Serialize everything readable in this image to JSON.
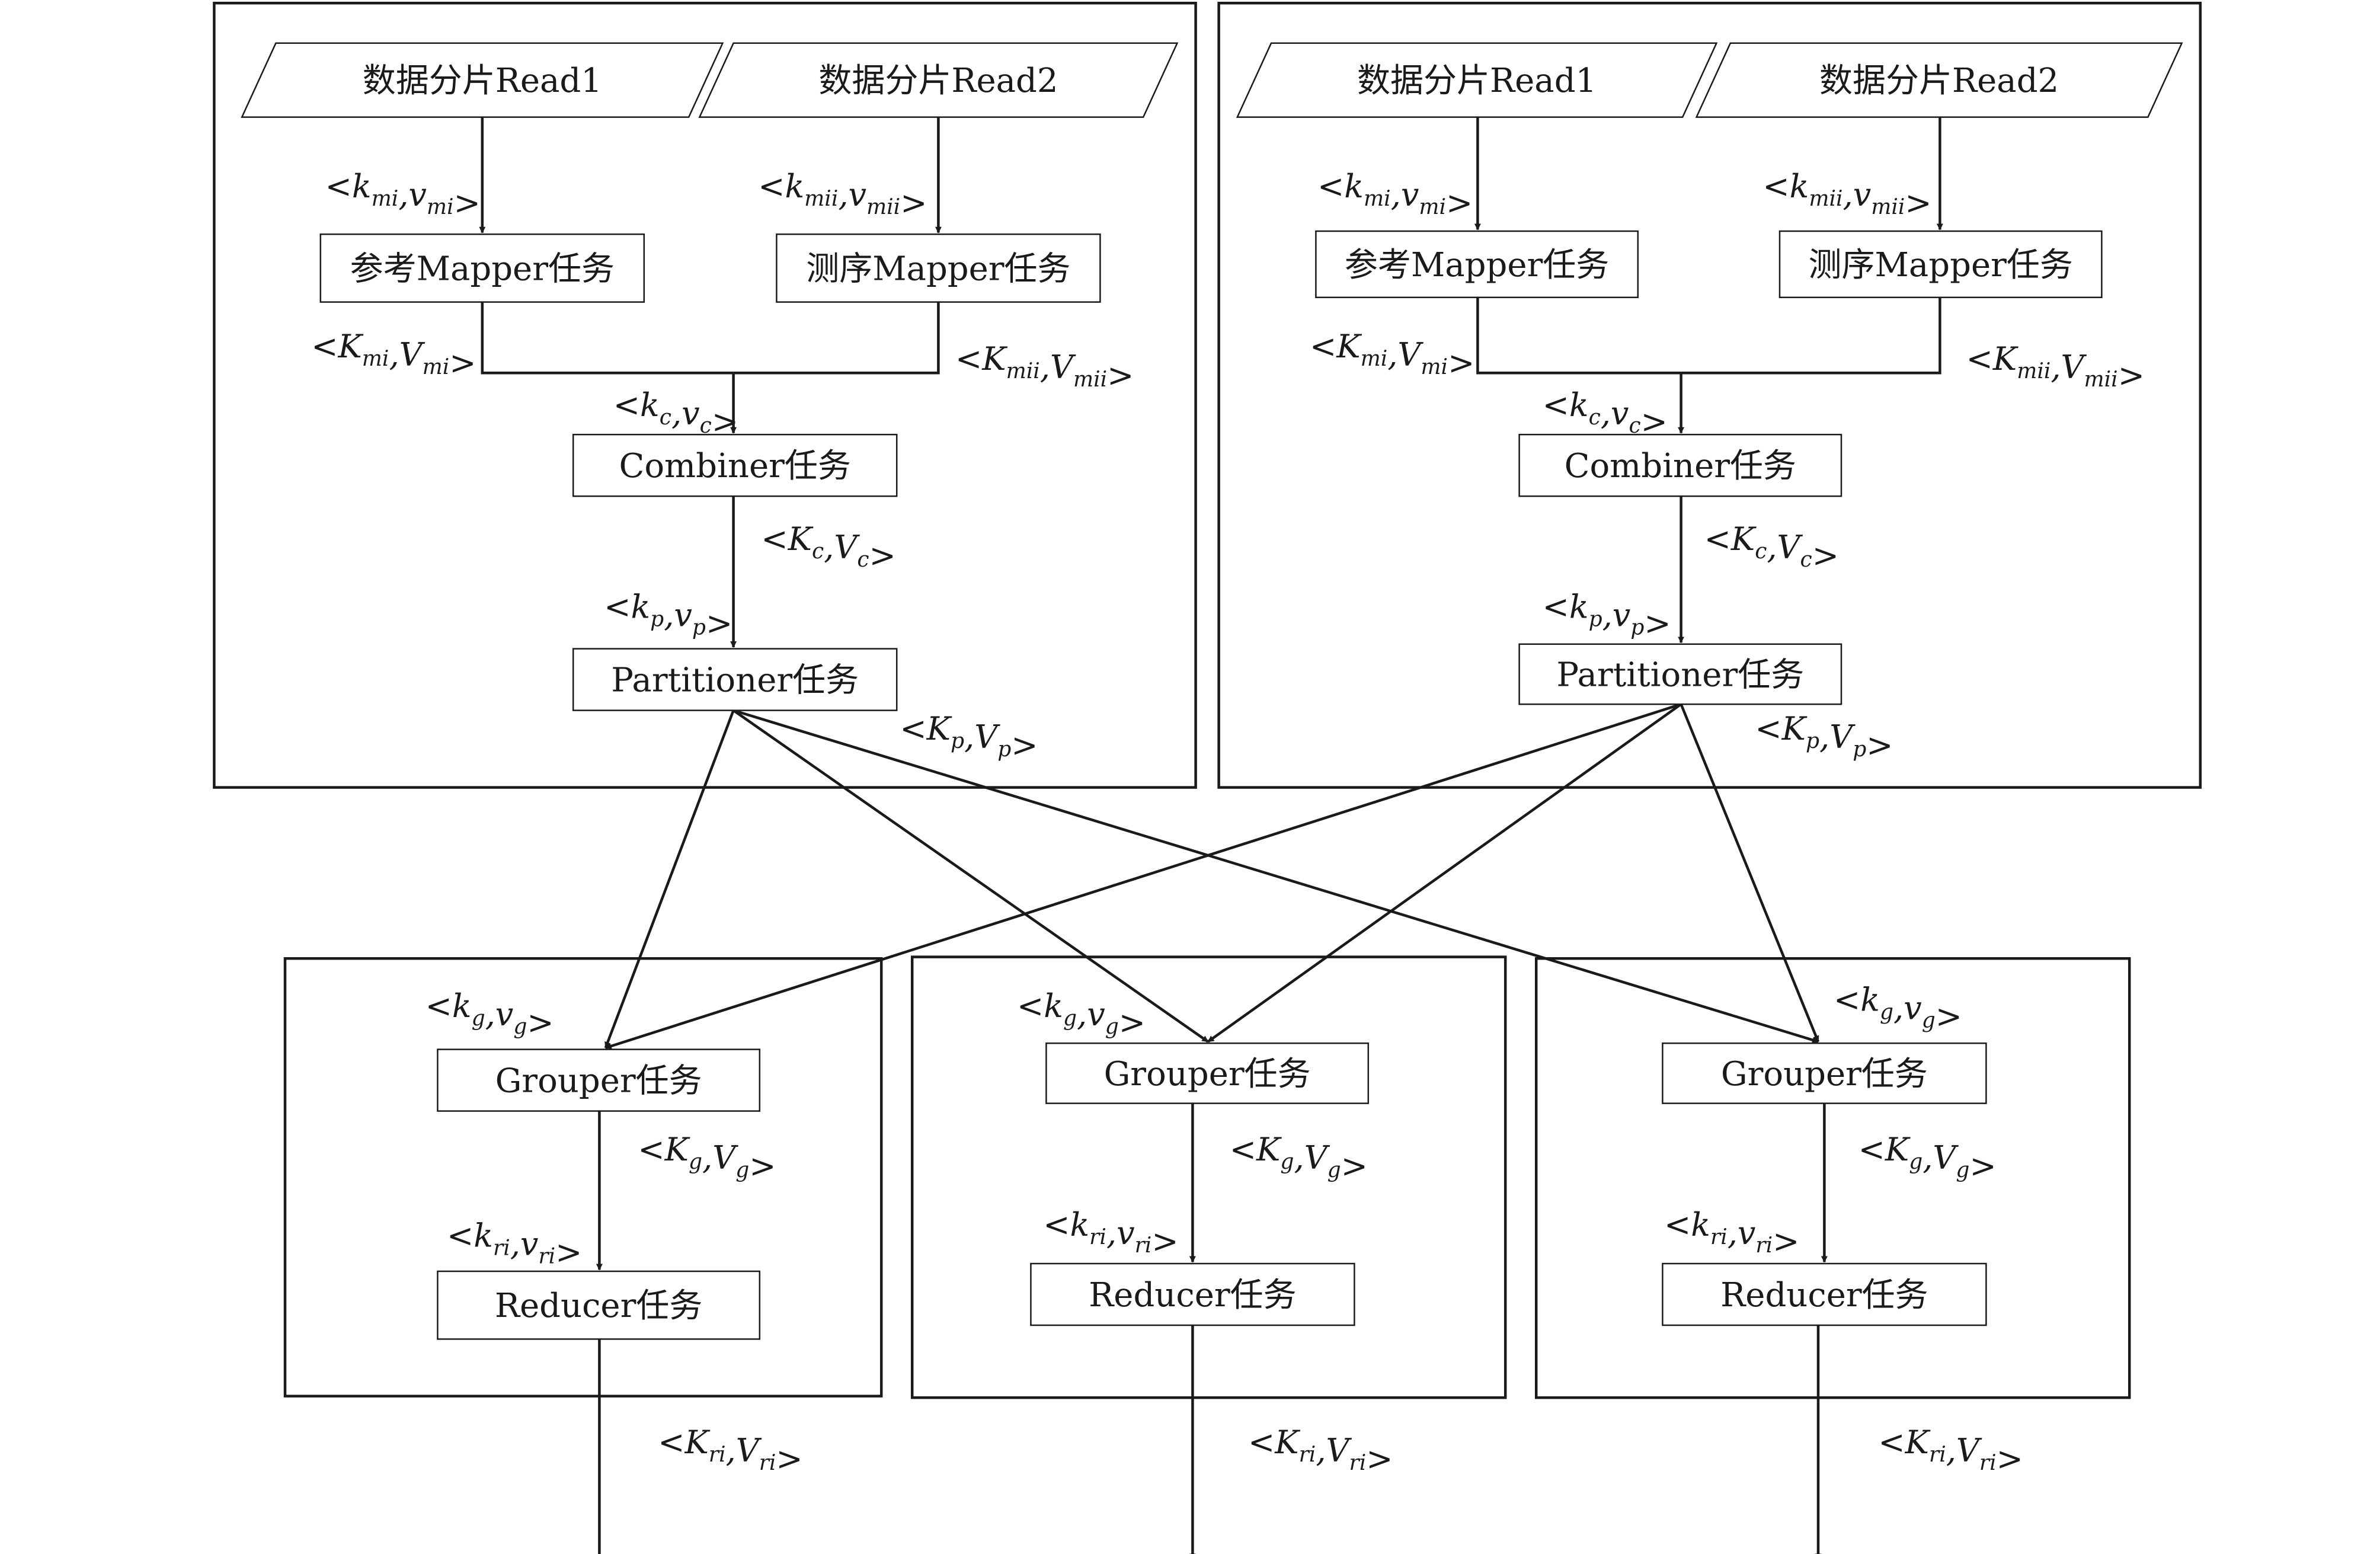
{
  "nodes": {
    "read1": "数据分片Read1",
    "read2": "数据分片Read2",
    "ref_mapper": "参考Mapper任务",
    "seq_mapper": "测序Mapper任务",
    "combiner": "Combiner任务",
    "partitioner": "Partitioner任务",
    "grouper": "Grouper任务",
    "reducer": "Reducer任务"
  },
  "edge_labels": {
    "mi_in": {
      "open": "<",
      "a": "k",
      "a_sub": "mi",
      "sep": ",",
      "b": "v",
      "b_sub": "mi",
      "close": ">"
    },
    "mii_in": {
      "open": "<",
      "a": "k",
      "a_sub": "mii",
      "sep": ",",
      "b": "v",
      "b_sub": "mii",
      "close": ">"
    },
    "mi_out": {
      "open": "<",
      "a": "K",
      "a_sub": "mi",
      "sep": ",",
      "b": "V",
      "b_sub": "mi",
      "close": ">"
    },
    "mii_out": {
      "open": "<",
      "a": "K",
      "a_sub": "mii",
      "sep": ",",
      "b": "V",
      "b_sub": "mii",
      "close": ">"
    },
    "c_in": {
      "open": "<",
      "a": "k",
      "a_sub": "c",
      "sep": ",",
      "b": "v",
      "b_sub": "c",
      "close": ">"
    },
    "c_out": {
      "open": "<",
      "a": "K",
      "a_sub": "c",
      "sep": ",",
      "b": "V",
      "b_sub": "c",
      "close": ">"
    },
    "p_in": {
      "open": "<",
      "a": "k",
      "a_sub": "p",
      "sep": ",",
      "b": "v",
      "b_sub": "p",
      "close": ">"
    },
    "p_out": {
      "open": "<",
      "a": "K",
      "a_sub": "p",
      "sep": ",",
      "b": "V",
      "b_sub": "p",
      "close": ">"
    },
    "g_in": {
      "open": "<",
      "a": "k",
      "a_sub": "g",
      "sep": ",",
      "b": "v",
      "b_sub": "g",
      "close": ">"
    },
    "g_out": {
      "open": "<",
      "a": "K",
      "a_sub": "g",
      "sep": ",",
      "b": "V",
      "b_sub": "g",
      "close": ">"
    },
    "ri_in": {
      "open": "<",
      "a": "k",
      "a_sub": "ri",
      "sep": ",",
      "b": "v",
      "b_sub": "ri",
      "close": ">"
    },
    "ri_out": {
      "open": "<",
      "a": "K",
      "a_sub": "ri",
      "sep": ",",
      "b": "V",
      "b_sub": "ri",
      "close": ">"
    }
  },
  "colors": {
    "stroke": "#1a1a1a",
    "background": "#ffffff"
  }
}
